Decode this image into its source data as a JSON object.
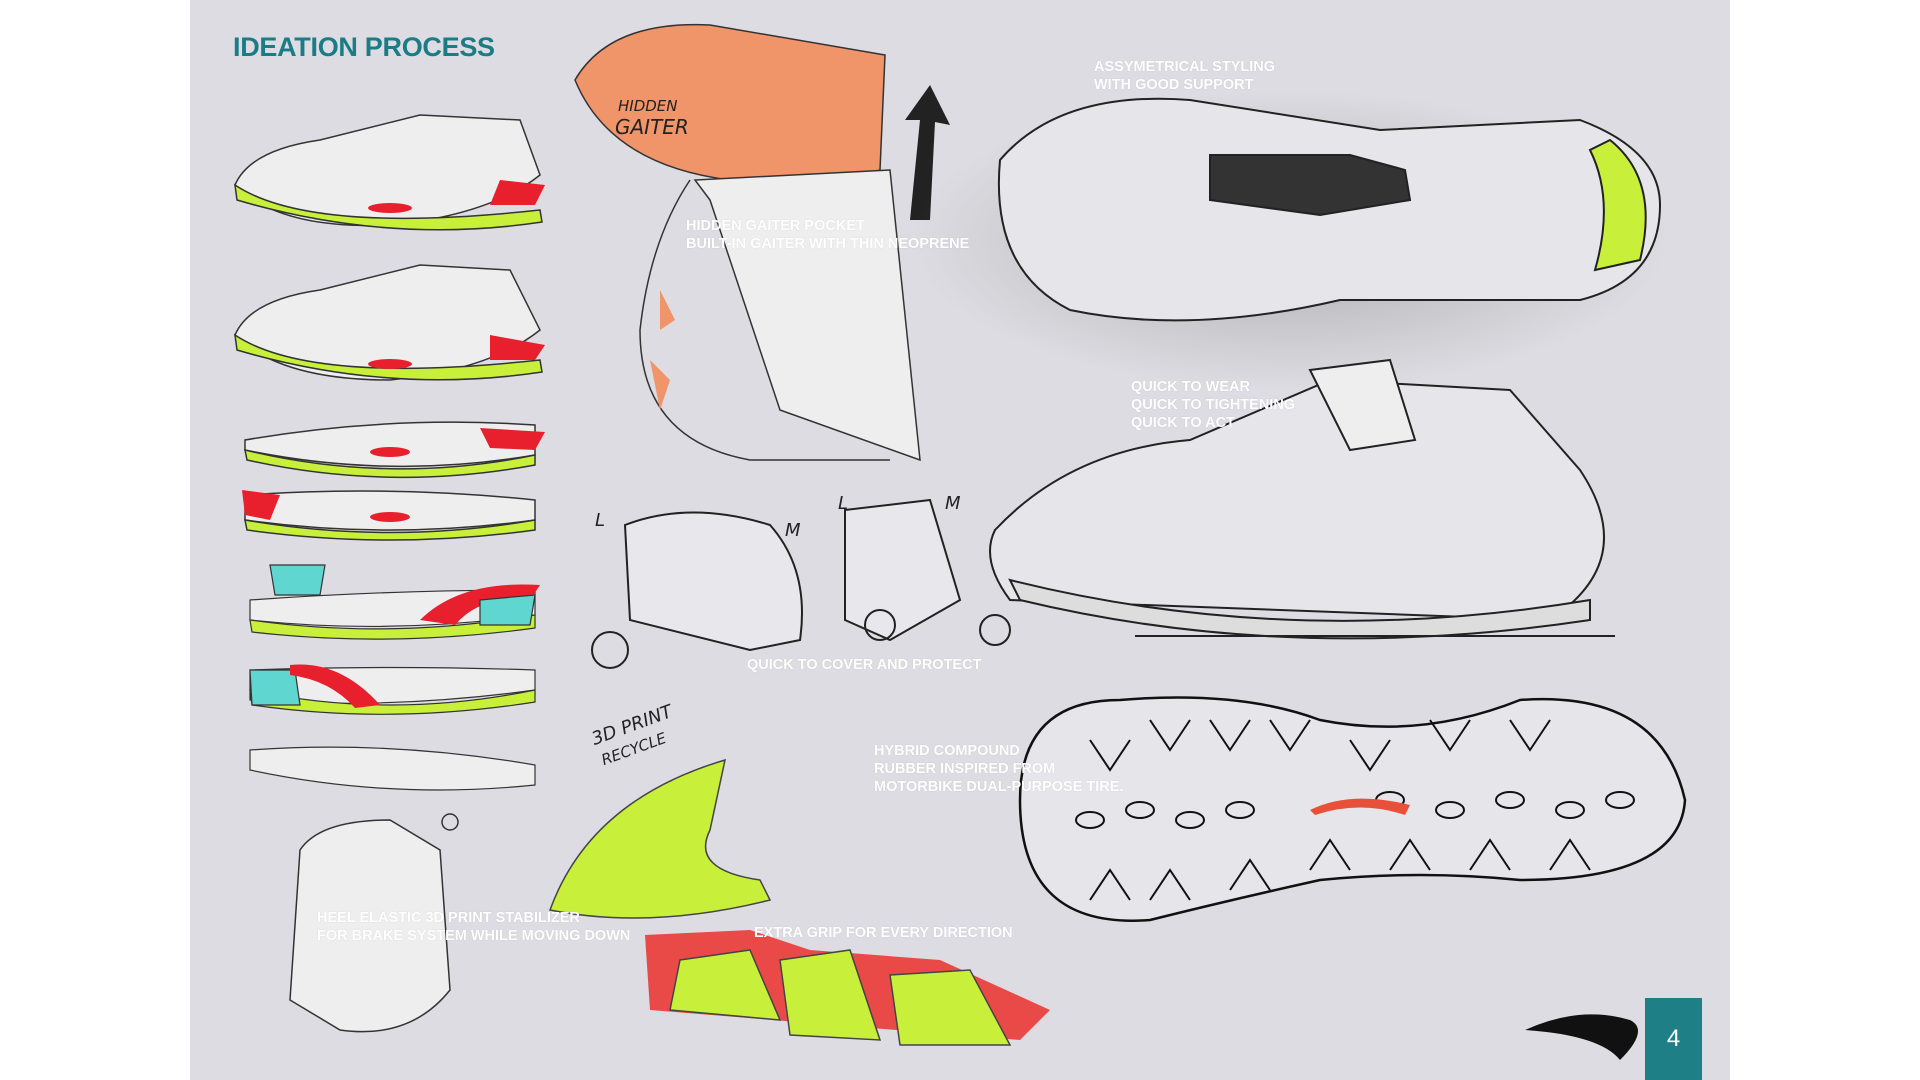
{
  "title": "IDEATION PROCESS",
  "annotations": {
    "hidden_gaiter": [
      "HIDDEN GAITER POCKET",
      "BUILT-IN GAITER WITH THIN NEOPRENE"
    ],
    "asymmetrical": [
      "ASSYMETRICAL STYLING",
      "WITH GOOD SUPPORT"
    ],
    "quick": [
      "QUICK TO WEAR",
      "QUICK TO TIGHTENING",
      "QUICK TO ACT"
    ],
    "cover": [
      "QUICK TO COVER AND PROTECT"
    ],
    "hybrid": [
      "HYBRID COMPOUND",
      "RUBBER INSPIRED FROM",
      "MOTORBIKE DUAL-PURPOSE TIRE."
    ],
    "heel": [
      "HEEL ELASTIC 3D PRINT STABILIZER",
      "FOR BRAKE SYSTEM WHILE MOVING DOWN"
    ],
    "grip": [
      "EXTRA GRIP FOR EVERY DIRECTION"
    ]
  },
  "handwritten": {
    "hidden": "HIDDEN",
    "gaiter": "GAITER",
    "print": "3D PRINT",
    "recycle": "RECYCLE",
    "l1": "L",
    "m1": "M",
    "l2": "L",
    "m2": "M"
  },
  "logo": "brand-logo",
  "page_number": "4",
  "colors": {
    "accent": "#1f7f87",
    "sole_green": "#c8f03a",
    "red": "#e8202e",
    "orange": "#f0946a",
    "teal_insert": "#5fd6cf"
  }
}
